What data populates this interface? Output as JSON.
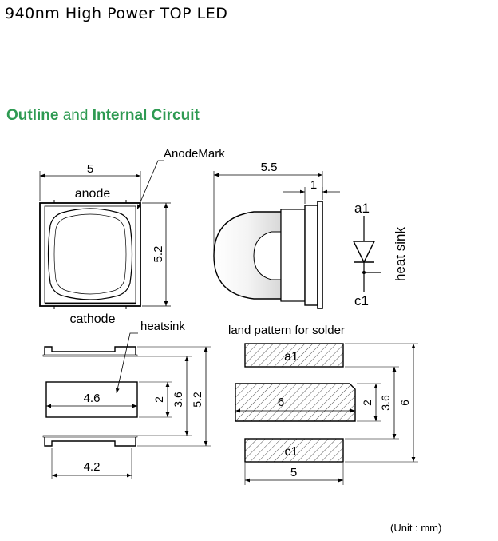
{
  "page": {
    "title": "940nm High Power TOP LED",
    "section_title_part1": "Outline",
    "section_title_part2": "and",
    "section_title_part3": "Internal Circuit",
    "unit_note": "(Unit : mm)"
  },
  "colors": {
    "section_title": "#2e9a52",
    "line": "#000000",
    "hatch": "#555555"
  },
  "top_view": {
    "width_dim": "5",
    "anode_label": "anode",
    "cathode_label": "cathode",
    "height_dim": "5.2",
    "anode_mark_label": "AnodeMark"
  },
  "side_view": {
    "length_dim": "5.5",
    "flange_dim": "1"
  },
  "circuit": {
    "anode_pin": "a1",
    "cathode_pin": "c1",
    "heat_sink_label": "heat sink"
  },
  "bottom_view": {
    "heatsink_label": "heatsink",
    "pad_width_dim": "4.6",
    "pad_height_dim": "2",
    "inner_height_dim": "3.6",
    "total_height_dim": "5.2",
    "terminal_width_dim": "4.2"
  },
  "land_pattern": {
    "title": "land pattern for solder",
    "pad_a_label": "a1",
    "pad_c_label": "c1",
    "center_pad_width_dim": "6",
    "center_pad_height_dim": "2",
    "inner_height_dim": "3.6",
    "total_height_dim": "6",
    "pad_width_dim": "5"
  }
}
